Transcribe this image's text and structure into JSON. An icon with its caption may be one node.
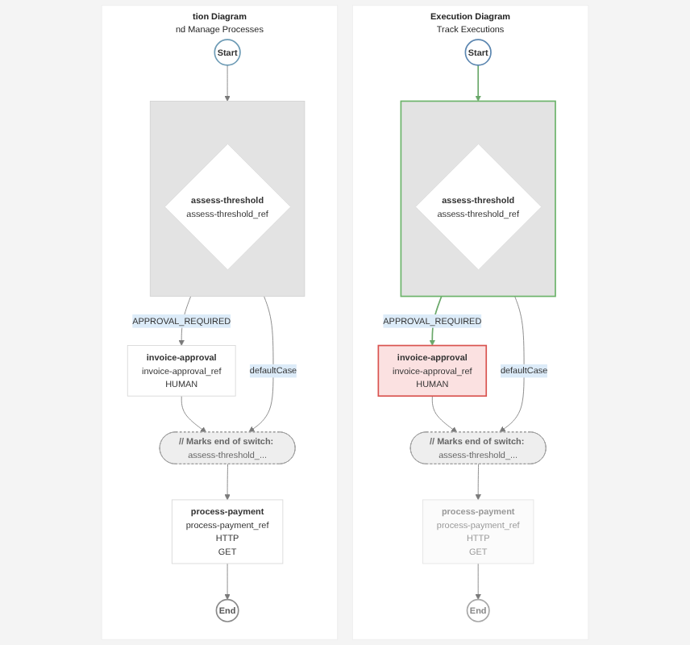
{
  "diagram": {
    "nodes": [
      {
        "text": [
          "tion Diagram",
          "nd Manage Processes"
        ]
      },
      {
        "text": [
          "Start"
        ],
        "in": 0
      },
      {
        "text": [],
        "shape": "box",
        "in": 0
      },
      {
        "text": [
          "assess-threshold",
          "assess-threshold_ref"
        ],
        "in": 2
      },
      {
        "text": [
          "invoice-approval",
          "invoice-approval_ref",
          "HUMAN"
        ],
        "in": 0
      },
      {
        "text": [
          "// Marks end of switch: assess-threshold_..."
        ],
        "in": 0
      },
      {
        "text": [
          "process-payment",
          "process-payment_ref",
          "HTTP",
          "GET"
        ],
        "in": 0
      },
      {
        "text": [
          "End"
        ],
        "in": 0
      },
      {
        "text": [
          "Execution Diagram",
          "Track Executions"
        ]
      },
      {
        "text": [
          "Start"
        ],
        "in": 8
      },
      {
        "text": [],
        "shape": "box",
        "in": 8
      },
      {
        "text": [
          "assess-threshold",
          "assess-threshold_ref"
        ],
        "in": 10
      },
      {
        "text": [
          "invoice-approval",
          "invoice-approval_ref",
          "HUMAN"
        ],
        "in": 8
      },
      {
        "text": [
          "// Marks end of switch: assess-threshold_..."
        ],
        "in": 8
      },
      {
        "text": [
          "process-payment",
          "process-payment_ref",
          "HTTP",
          "GET"
        ],
        "in": 8
      },
      {
        "text": [
          "End"
        ],
        "in": 8
      }
    ],
    "edges": [
      {
        "from": 1,
        "to": 2,
        "arrow": "to"
      },
      {
        "from": 2,
        "to": 5,
        "label": "defaultCase",
        "arrow": "to"
      },
      {
        "from": 2,
        "to": 4,
        "label": "APPROVAL_REQUIRED",
        "arrow": "to"
      },
      {
        "from": 4,
        "to": 5,
        "arrow": "to"
      },
      {
        "from": 5,
        "to": 6,
        "arrow": "to"
      },
      {
        "from": 6,
        "to": 7,
        "arrow": "to"
      },
      {
        "from": 9,
        "to": 10,
        "arrow": "to",
        "color": "#6aa86a"
      },
      {
        "from": 10,
        "to": 13,
        "label": "defaultCase",
        "arrow": "to"
      },
      {
        "from": 10,
        "to": 12,
        "label": "APPROVAL_REQUIRED",
        "arrow": "to",
        "color": "#6aa86a"
      },
      {
        "from": 12,
        "to": 13,
        "arrow": "to"
      },
      {
        "from": 13,
        "to": 14,
        "arrow": "to"
      },
      {
        "from": 14,
        "to": 15,
        "arrow": "to"
      }
    ]
  }
}
